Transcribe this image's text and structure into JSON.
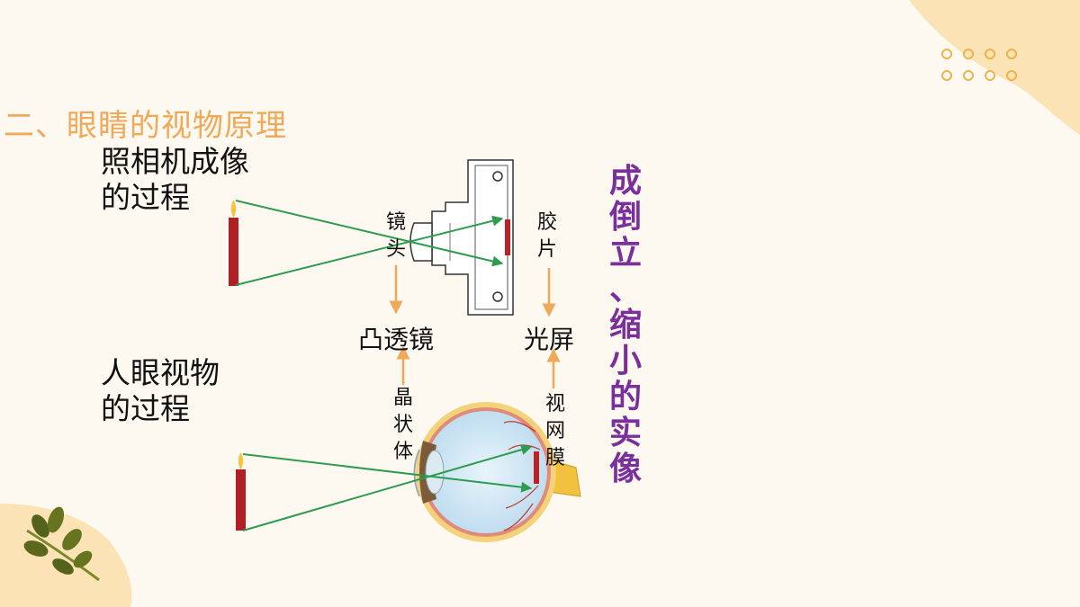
{
  "slide": {
    "title": "二、眼睛的视物原理",
    "camera_caption_line1": "照相机成像",
    "camera_caption_line2": "的过程",
    "eye_caption_line1": "人眼视物",
    "eye_caption_line2": "的过程",
    "lens_label": [
      "镜",
      "头"
    ],
    "film_label": [
      "胶",
      "片"
    ],
    "convex_lens": "凸透镜",
    "light_screen": "光屏",
    "crystalline_label": [
      "晶",
      "状",
      "体"
    ],
    "retina_label": [
      "视",
      "网",
      "膜"
    ],
    "conclusion": [
      "成",
      "倒",
      "立",
      "、",
      "缩",
      "小",
      "的",
      "实",
      "像"
    ]
  },
  "colors": {
    "title": "#f0a958",
    "conclusion": "#7a2f9c",
    "arrow": "#f0a958",
    "ray": "#2e9c4f",
    "candle": "#b01f24",
    "decor_blob": "#fbe3b5"
  }
}
